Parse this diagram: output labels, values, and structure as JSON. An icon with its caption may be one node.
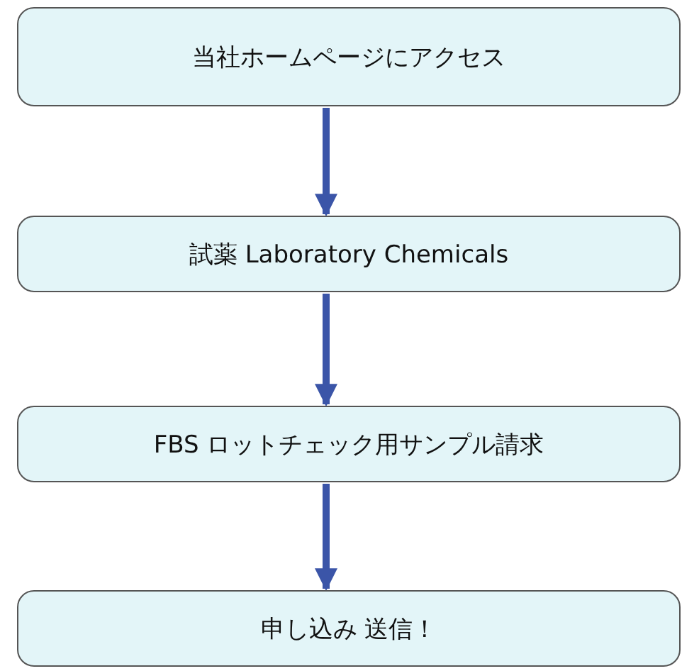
{
  "diagram": {
    "nodes": [
      {
        "text": [
          "当社ホームページにアクセス"
        ]
      },
      {
        "text": [
          "試薬 Laboratory Chemicals"
        ]
      },
      {
        "text": [
          "FBS ロットチェック用サンプル請求"
        ]
      },
      {
        "text": [
          "申し込み 送信！"
        ]
      }
    ],
    "edges": [
      {
        "from": 0,
        "to": 1,
        "arrow": "to"
      },
      {
        "from": 1,
        "to": 2,
        "arrow": "to"
      },
      {
        "from": 2,
        "to": 3,
        "arrow": "to"
      }
    ]
  }
}
